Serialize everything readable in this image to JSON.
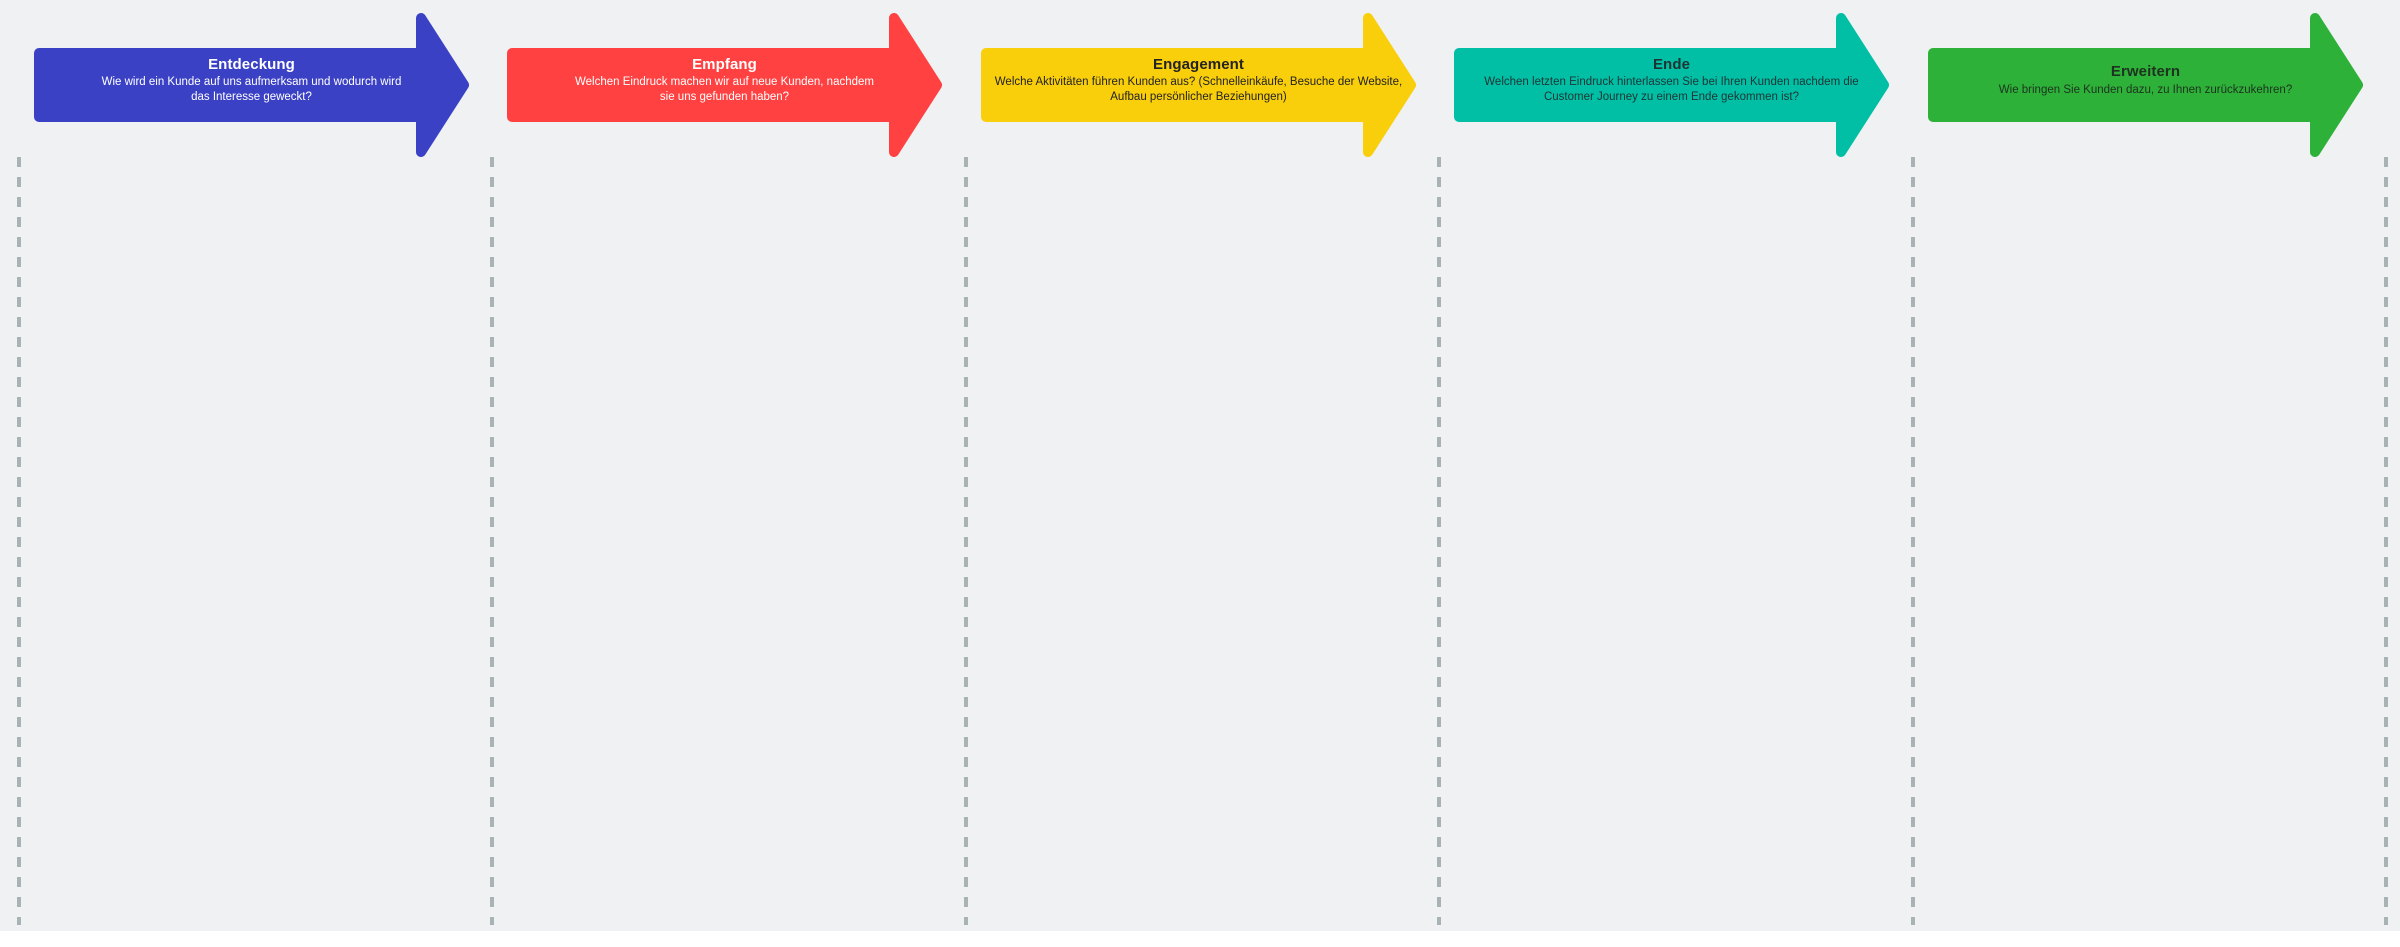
{
  "board": {
    "background_color": "#eff1f3",
    "divider_color": "#a9b2b5",
    "stages": [
      {
        "title": "Entdeckung",
        "description": "Wie wird ein Kunde auf uns aufmerksam und wodurch wird das Interesse geweckt?",
        "color": "#3b41c5",
        "text_color": "#ffffff"
      },
      {
        "title": "Empfang",
        "description": "Welchen Eindruck machen wir auf neue Kunden, nachdem sie uns gefunden haben?",
        "color": "#ff4141",
        "text_color": "#ffffff"
      },
      {
        "title": "Engagement",
        "description": "Welche Aktivitäten führen Kunden aus? (Schnelleinkäufe, Besuche der Website, Aufbau persönlicher Beziehungen)",
        "color": "#f9ce0b",
        "text_color": "#232323"
      },
      {
        "title": "Ende",
        "description": "Welchen letzten Eindruck hinterlassen Sie bei Ihren Kunden nachdem die Customer Journey zu einem Ende gekommen ist?",
        "color": "#00bfa5",
        "text_color": "#1d3434"
      },
      {
        "title": "Erweitern",
        "description": "Wie bringen Sie Kunden dazu, zu Ihnen zurückzukehren?",
        "color": "#2eb138",
        "text_color": "#1d3320"
      }
    ]
  }
}
